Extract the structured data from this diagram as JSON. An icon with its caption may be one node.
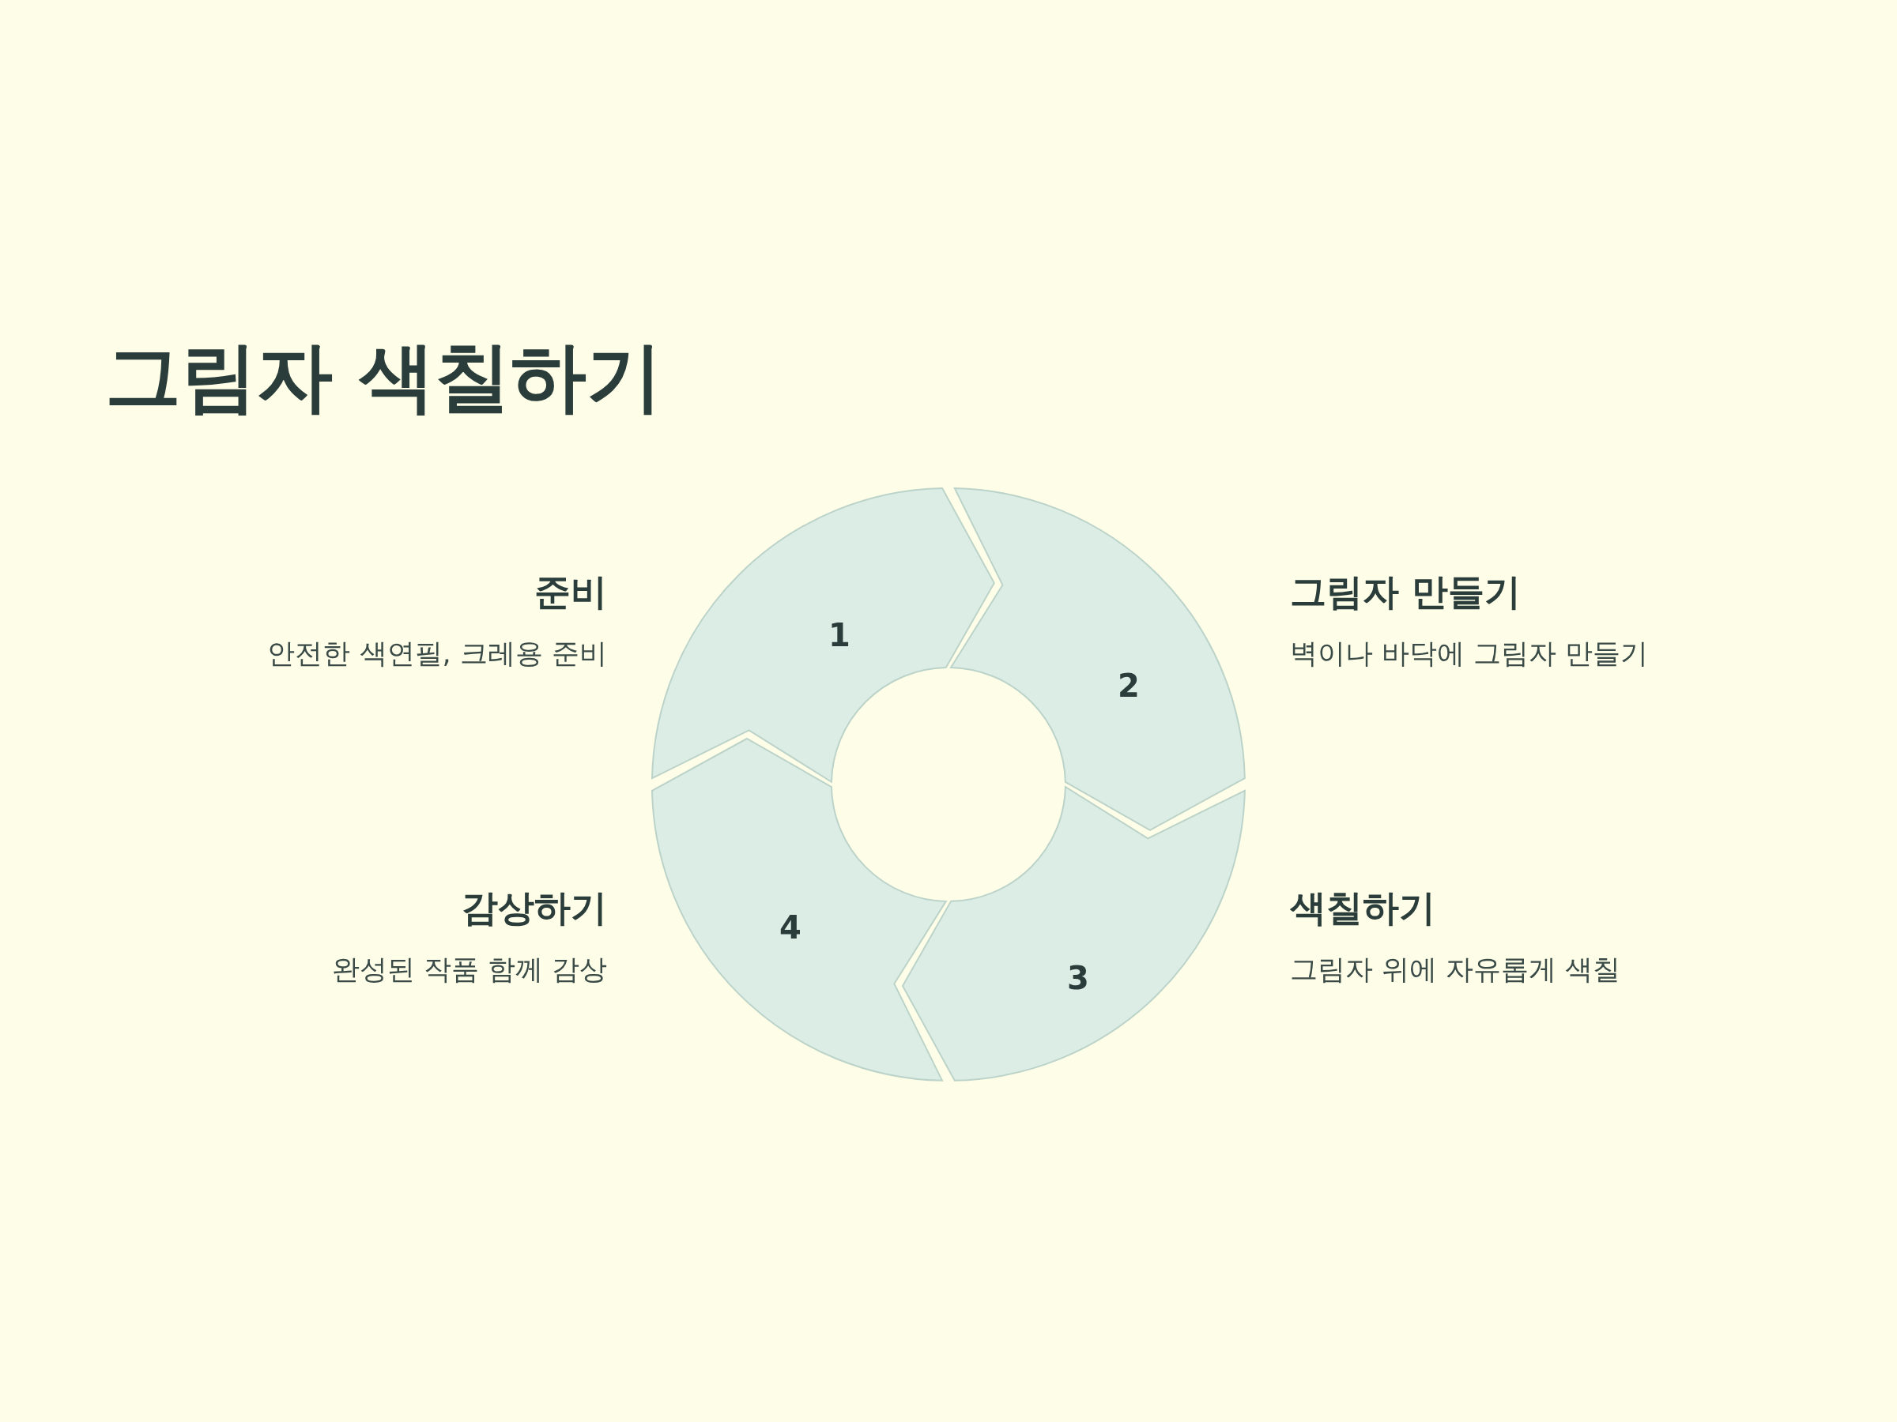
{
  "diagram": {
    "title": "그림자 색칠하기",
    "nodes": [
      {
        "text": [
          "1"
        ],
        "beside": [
          "준비",
          "안전한 색연필, 크레용 준비"
        ]
      },
      {
        "text": [
          "2"
        ],
        "beside": [
          "그림자 만들기",
          "벽이나 바닥에 그림자 만들기"
        ]
      },
      {
        "text": [
          "3"
        ],
        "beside": [
          "색칠하기",
          "그림자 위에 자유롭게 색칠"
        ]
      },
      {
        "text": [
          "4"
        ],
        "beside": [
          "감상하기",
          "완성된 작품 함께 감상"
        ]
      }
    ]
  }
}
